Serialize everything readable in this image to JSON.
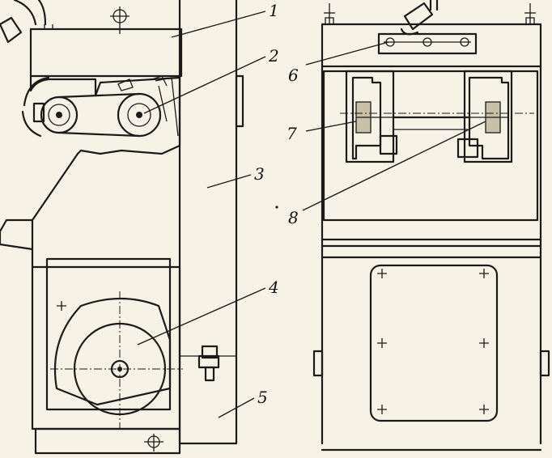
{
  "callouts": [
    {
      "id": "1",
      "label": "1"
    },
    {
      "id": "2",
      "label": "2"
    },
    {
      "id": "3",
      "label": "3"
    },
    {
      "id": "4",
      "label": "4"
    },
    {
      "id": "5",
      "label": "5"
    },
    {
      "id": "6",
      "label": "6"
    },
    {
      "id": "7",
      "label": "7"
    },
    {
      "id": "8",
      "label": "8"
    }
  ],
  "colors": {
    "paper": "#f6f3e6",
    "ink": "#1b1b1b"
  }
}
